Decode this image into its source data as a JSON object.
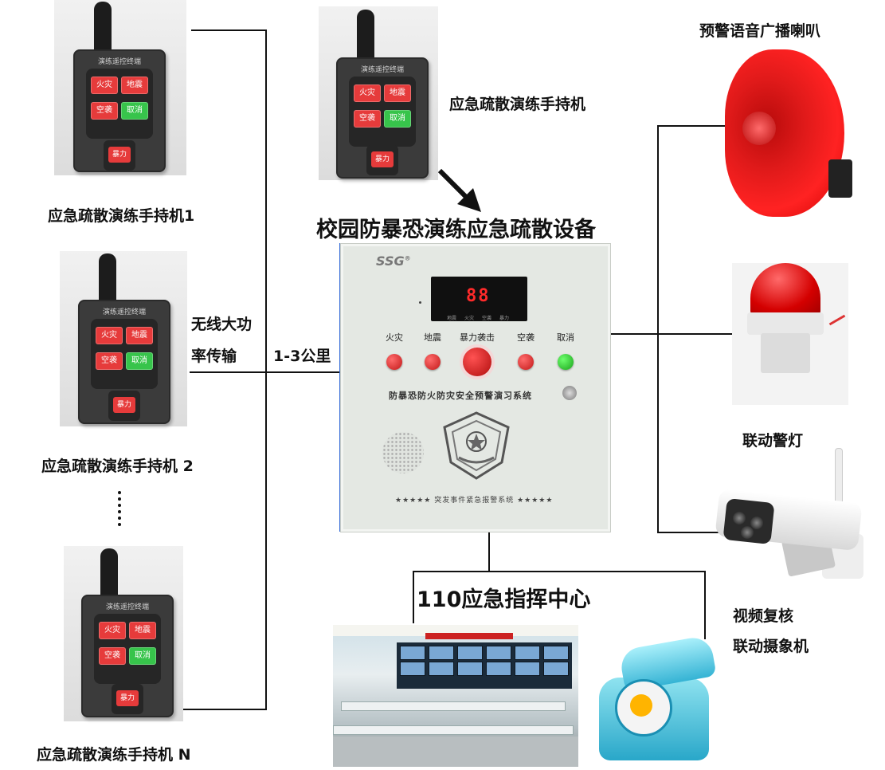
{
  "diagram_title": "校园防暴恐演练应急疏散设备",
  "handsets": [
    {
      "label": "应急疏散演练手持机1",
      "remote_title": "演练遥控终端",
      "keys": [
        "火灾",
        "地震",
        "空袭",
        "取消"
      ],
      "big_key": "暴力"
    },
    {
      "label": "应急疏散演练手持机 2",
      "remote_title": "演练遥控终端",
      "keys": [
        "火灾",
        "地震",
        "空袭",
        "取消"
      ],
      "big_key": "暴力"
    },
    {
      "label": "应急疏散演练手持机 N",
      "remote_title": "演练遥控终端",
      "keys": [
        "火灾",
        "地震",
        "空袭",
        "取消"
      ],
      "big_key": "暴力"
    }
  ],
  "top_handset": {
    "label": "应急疏散演练手持机",
    "remote_title": "演练遥控终端",
    "keys": [
      "火灾",
      "地震",
      "空袭",
      "取消"
    ],
    "big_key": "暴力"
  },
  "wireless": {
    "line1": "无线大功",
    "line2": "率传输",
    "range": "1-3公里"
  },
  "device": {
    "brand": "SSG",
    "registered": "®",
    "display_digits": "88",
    "display_indicators": [
      "地震",
      "火灾",
      "空袭",
      "暴力"
    ],
    "buttons": [
      "火灾",
      "地震",
      "暴力袭击",
      "空袭",
      "取消"
    ],
    "system_name": "防暴恐防火防灾安全预警演习系统",
    "footer": "★★★★★  突发事件紧急报警系统  ★★★★★"
  },
  "outputs": {
    "horn": "预警语音广播喇叭",
    "light": "联动警灯",
    "camera_line1": "视频复核",
    "camera_line2": "联动摄象机"
  },
  "command_center": "110应急指挥中心",
  "colors": {
    "button_red": "#e63b3b",
    "button_green": "#37c44b",
    "remote_body": "#3b3b3b",
    "horn_red": "#e01a1a",
    "phone_blue": "#29a7c9"
  }
}
